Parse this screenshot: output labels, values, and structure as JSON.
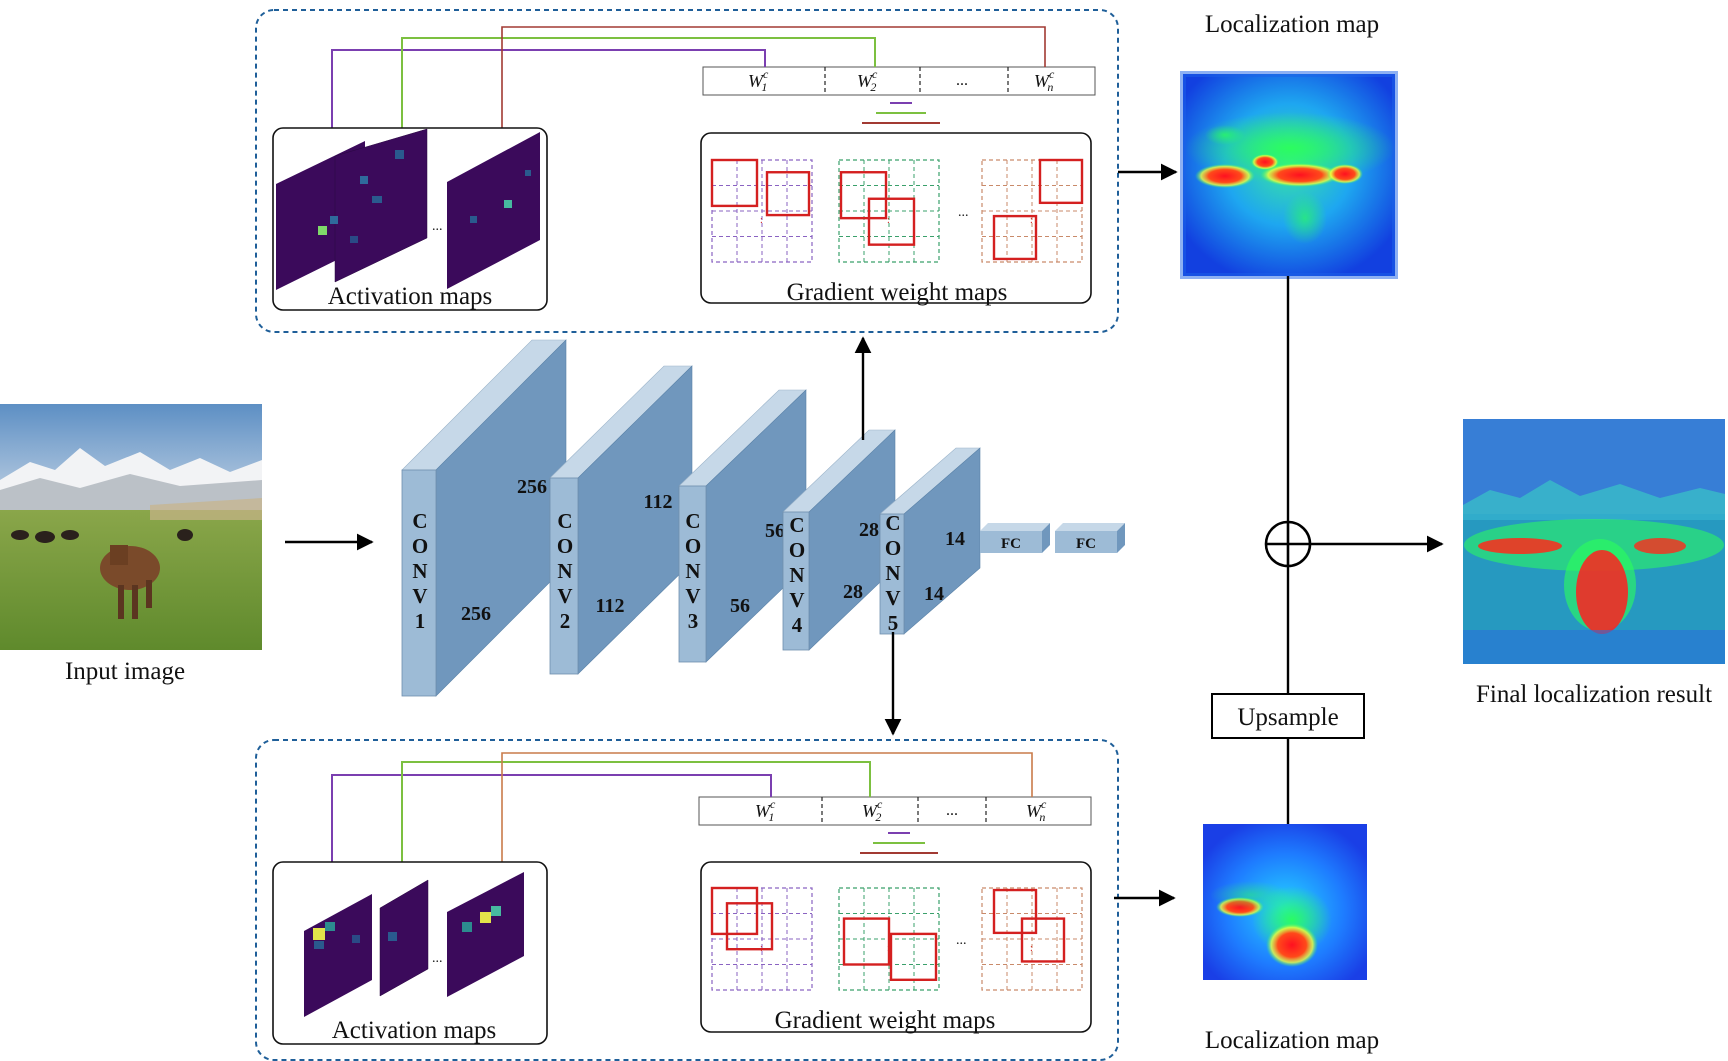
{
  "labels": {
    "input_image": "Input image",
    "localization_map_top": "Localization map",
    "localization_map_bottom": "Localization map",
    "final_result": "Final localization result",
    "upsample": "Upsample",
    "activation_maps_top": "Activation maps",
    "activation_maps_bottom": "Activation maps",
    "gradient_maps_top": "Gradient weight maps",
    "gradient_maps_bottom": "Gradient weight maps",
    "ellipsis": "..."
  },
  "weights": {
    "base": "W",
    "superscript": "c",
    "subs": [
      "1",
      "2",
      "n"
    ]
  },
  "conv_layers": [
    {
      "name": "CONV1",
      "letters": [
        "C",
        "O",
        "N",
        "V",
        "1"
      ],
      "dim_top": "256",
      "dim_bottom": "256"
    },
    {
      "name": "CONV2",
      "letters": [
        "C",
        "O",
        "N",
        "V",
        "2"
      ],
      "dim_top": "112",
      "dim_bottom": "112"
    },
    {
      "name": "CONV3",
      "letters": [
        "C",
        "O",
        "N",
        "V",
        "3"
      ],
      "dim_top": "56",
      "dim_bottom": "56"
    },
    {
      "name": "CONV4",
      "letters": [
        "C",
        "O",
        "N",
        "V",
        "4"
      ],
      "dim_top": "28",
      "dim_bottom": "28"
    },
    {
      "name": "CONV5",
      "letters": [
        "C",
        "O",
        "N",
        "V",
        "5"
      ],
      "dim_top": "14",
      "dim_bottom": "14"
    }
  ],
  "fc_layers": [
    "FC",
    "FC"
  ],
  "colors": {
    "conv_front": "#9dbbd6",
    "conv_side": "#7097bd",
    "conv_top": "#c6d8e8",
    "dash_border": "#1f5f99",
    "purple": "#7b3fb0",
    "green": "#7cc040",
    "red_line": "#a23a33",
    "orange_line": "#c97b4a",
    "box_red": "#d42020",
    "act_map": "#3b0a5b"
  }
}
